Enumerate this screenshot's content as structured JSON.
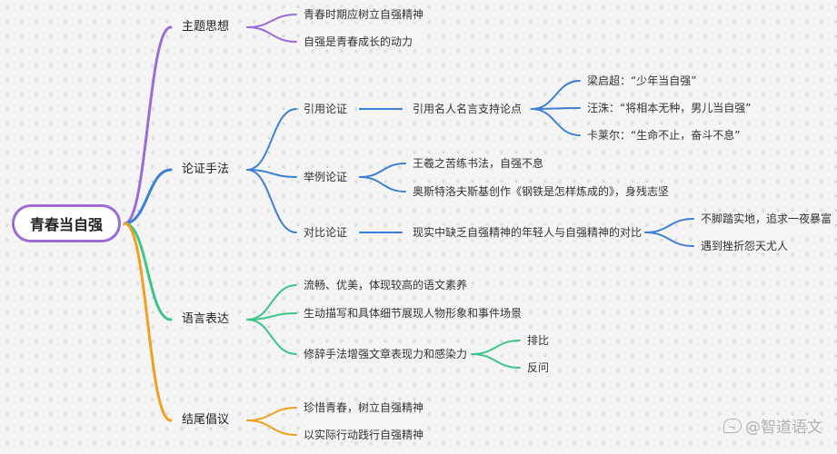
{
  "root": "青春当自强",
  "colors": {
    "purple": "#9b6bd6",
    "blue": "#3d7fd6",
    "green": "#3fc48a",
    "orange": "#f0a020"
  },
  "branches": [
    {
      "label": "主题思想",
      "children": [
        "青春时期应树立自强精神",
        "自强是青春成长的动力"
      ]
    },
    {
      "label": "论证手法",
      "children": [
        {
          "label": "引用论证",
          "detail": "引用名人名言支持论点",
          "examples": [
            "梁启超：“少年当自强”",
            "汪洙：“将相本无种，男儿当自强”",
            "卡莱尔：“生命不止，奋斗不息”"
          ]
        },
        {
          "label": "举例论证",
          "examples": [
            "王羲之苦练书法，自强不息",
            "奥斯特洛夫斯基创作《钢铁是怎样炼成的》，身残志坚"
          ]
        },
        {
          "label": "对比论证",
          "detail": "现实中缺乏自强精神的年轻人与自强精神的对比",
          "examples": [
            "不脚踏实地，追求一夜暴富",
            "遇到挫折怨天尤人"
          ]
        }
      ]
    },
    {
      "label": "语言表达",
      "children": [
        "流畅、优美，体现较高的语文素养",
        "生动描写和具体细节展现人物形象和事件场景"
      ],
      "rhetoric": {
        "label": "修辞手法增强文章表现力和感染力",
        "items": [
          "排比",
          "反问"
        ]
      }
    },
    {
      "label": "结尾倡议",
      "children": [
        "珍惜青春，树立自强精神",
        "以实际行动践行自强精神"
      ]
    }
  ],
  "watermark": "@智道语文"
}
